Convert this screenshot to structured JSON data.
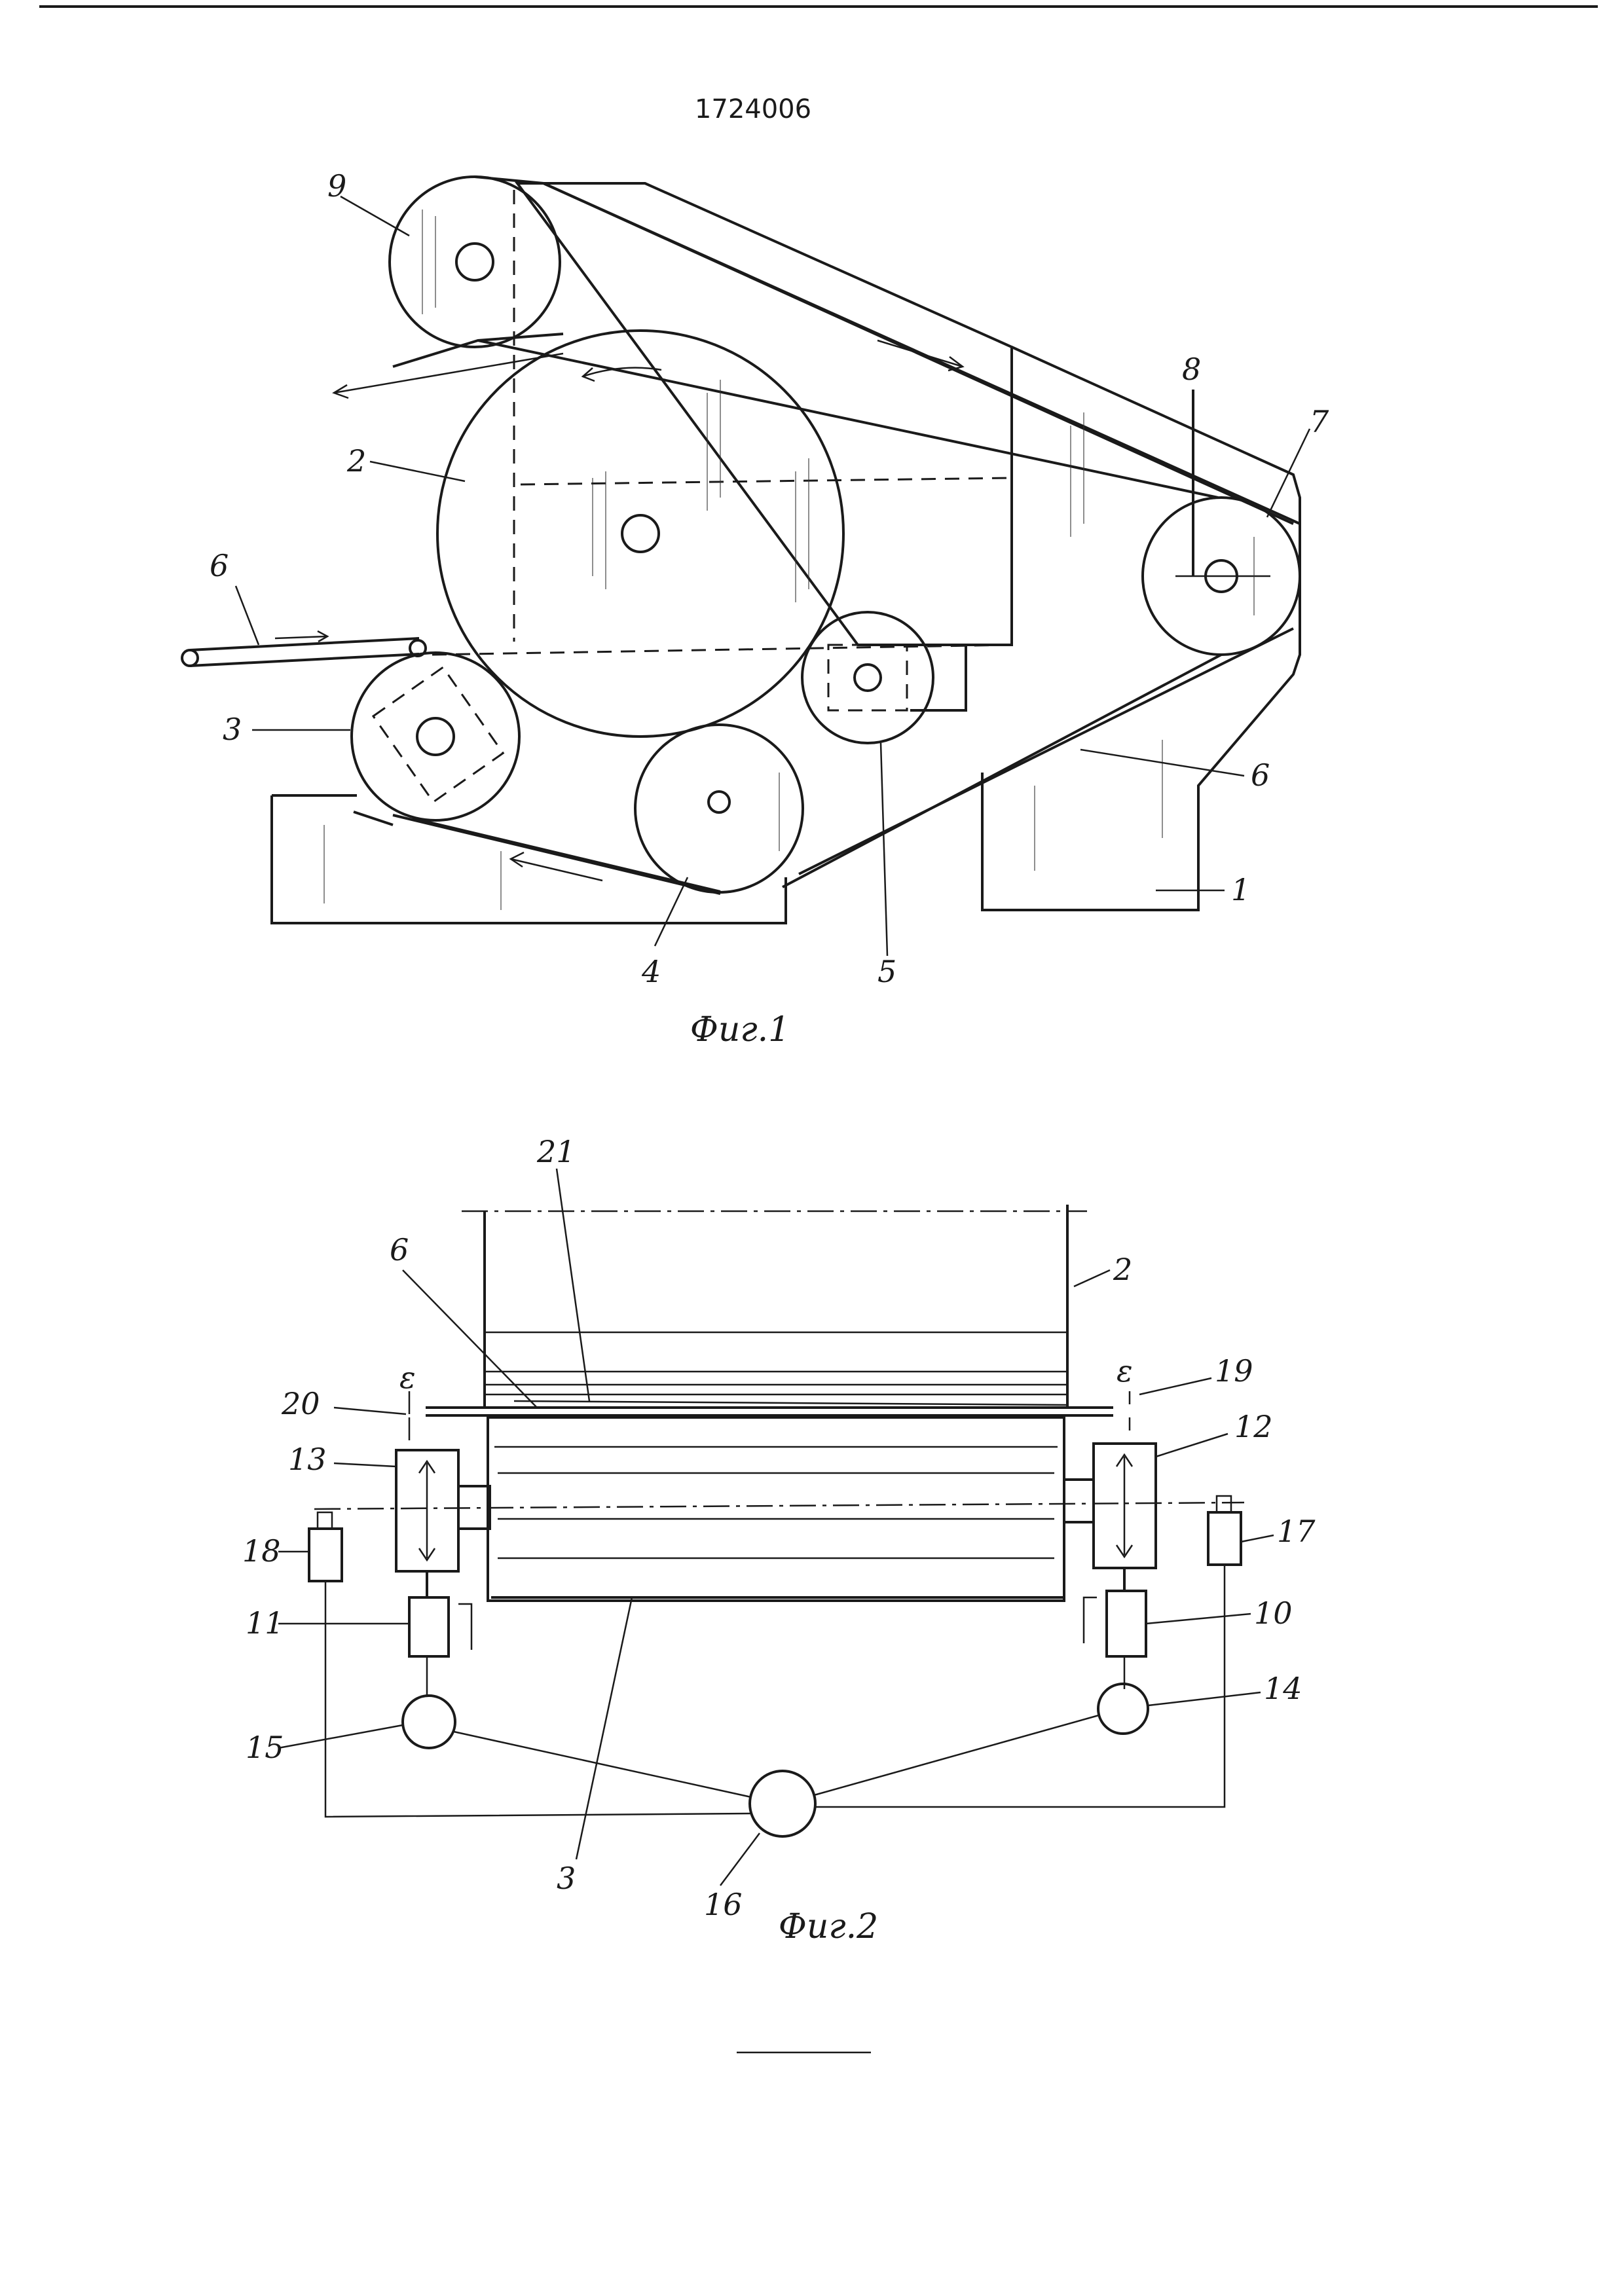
{
  "document": {
    "patent_number": "1724006"
  },
  "fig1": {
    "caption": "Фиг.1",
    "labels": {
      "l1": "1",
      "l2": "2",
      "l3": "3",
      "l4": "4",
      "l5": "5",
      "l6a": "6",
      "l6b": "6",
      "l7": "7",
      "l8": "8",
      "l9": "9"
    }
  },
  "fig2": {
    "caption": "Фиг.2",
    "labels": {
      "l2": "2",
      "l3": "3",
      "l6": "6",
      "l10": "10",
      "l11": "11",
      "l12": "12",
      "l13": "13",
      "l14": "14",
      "l15": "15",
      "l16": "16",
      "l17": "17",
      "l18": "18",
      "l19": "19",
      "l20": "20",
      "l21": "21",
      "eps_left": "ε",
      "eps_right": "ε"
    }
  }
}
